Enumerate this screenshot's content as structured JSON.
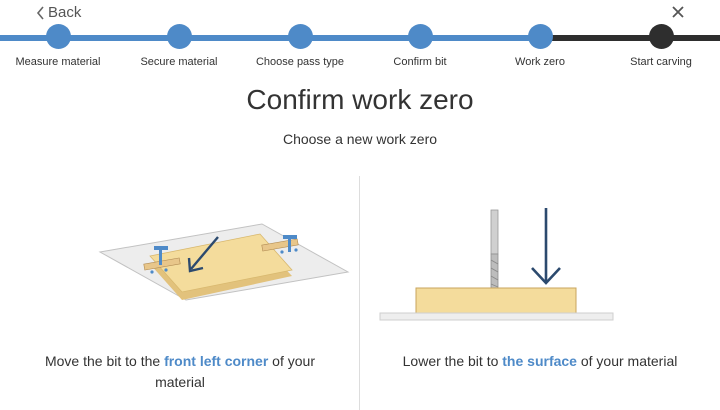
{
  "nav": {
    "back_label": "Back"
  },
  "steps": [
    {
      "label": "Measure material"
    },
    {
      "label": "Secure material"
    },
    {
      "label": "Choose pass type"
    },
    {
      "label": "Confirm bit"
    },
    {
      "label": "Work zero"
    },
    {
      "label": "Start carving"
    }
  ],
  "heading": {
    "title": "Confirm work zero",
    "subtitle": "Choose a new work zero"
  },
  "options": [
    {
      "text_before": "Move the bit to the ",
      "highlight": "front left corner",
      "text_after": " of your material"
    },
    {
      "text_before": "Lower the bit to ",
      "highlight": "the surface",
      "text_after": " of your material"
    }
  ],
  "colors": {
    "accent": "#4e8ac8",
    "dark": "#2e2e2e",
    "material": "#f4dc9c",
    "arrow": "#2c4a6e"
  },
  "icons": {
    "back": "chevron-left-icon",
    "close": "close-icon"
  }
}
